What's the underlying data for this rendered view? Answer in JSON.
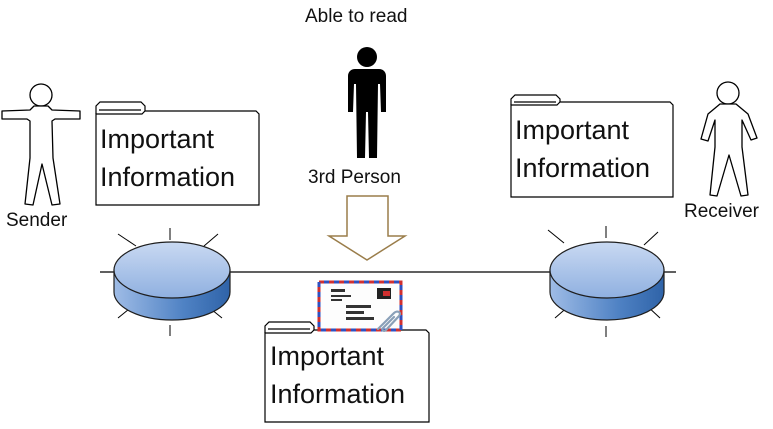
{
  "labels": {
    "able_to_read": "Able to read",
    "third_person": "3rd Person",
    "sender": "Sender",
    "receiver": "Receiver"
  },
  "folders": {
    "sender": [
      "Important",
      "Information"
    ],
    "receiver": [
      "Important",
      "Information"
    ],
    "transit": [
      "Important",
      "Information"
    ]
  },
  "colors": {
    "router_top": "#a9c2e8",
    "router_side": "#4f82c4",
    "arrow_stroke": "#9a7d4a",
    "envelope_border_red": "#d03030",
    "envelope_border_blue": "#3050c0"
  },
  "icons": {
    "sender": "person-outline-arms-out-icon",
    "receiver": "person-outline-icon",
    "third_person": "person-solid-icon",
    "message": "envelope-with-paperclip-icon"
  }
}
